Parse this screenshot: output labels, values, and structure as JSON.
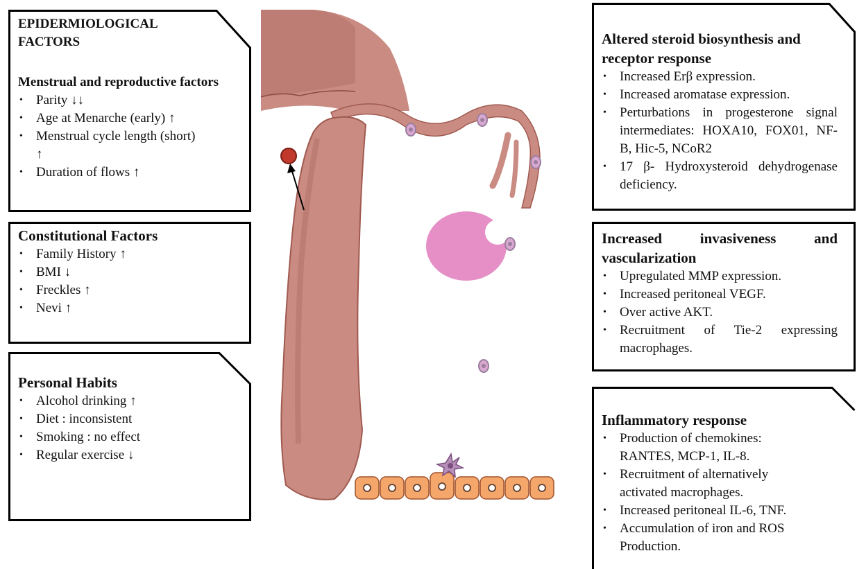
{
  "colors": {
    "tissue": "#C98B82",
    "tissue_dark": "#A05A50",
    "muscle": "#B5736A",
    "ovary": "#E58FC6",
    "cell": "#F5A66B",
    "cell_nucleus": "#9B7EA0",
    "lesion": "#C0392B"
  },
  "left": {
    "epi": {
      "title": "EPIDERMIOLOGICAL FACTORS",
      "subtitle": "Menstrual and reproductive factors",
      "items": [
        "Parity ↓↓",
        "Age at Menarche (early) ↑",
        "Menstrual cycle length (short) ↑",
        "Duration of flows ↑"
      ]
    },
    "constitutional": {
      "title": "Constitutional Factors",
      "items": [
        "Family History ↑",
        "BMI ↓",
        "Freckles  ↑",
        "Nevi  ↑"
      ]
    },
    "habits": {
      "title": "Personal Habits",
      "items": [
        "Alcohol drinking ↑",
        "Diet : inconsistent",
        "Smoking : no effect",
        "Regular exercise ↓"
      ]
    }
  },
  "right": {
    "steroid": {
      "title": "Altered steroid biosynthesis and receptor response",
      "items": [
        "Increased Erβ expression.",
        "Increased aromatase expression.",
        "Perturbations in progesterone signal intermediates: HOXA10, FOX01, NF- B, Hic-5, NCoR2",
        "17 β- Hydroxysteroid dehydrogenase deficiency."
      ]
    },
    "invasive": {
      "title": "Increased invasiveness and vascularization",
      "items": [
        "Upregulated MMP expression.",
        "Increased peritoneal VEGF.",
        "Over active AKT.",
        "Recruitment of Tie-2 expressing macrophages."
      ]
    },
    "inflammatory": {
      "title": "Inflammatory response",
      "items": [
        "Production of chemokines: RANTES, MCP-1, IL-8.",
        "Recruitment of alternatively activated macrophages.",
        "Increased peritoneal IL-6, TNF.",
        "Accumulation of iron and ROS Production."
      ]
    }
  }
}
